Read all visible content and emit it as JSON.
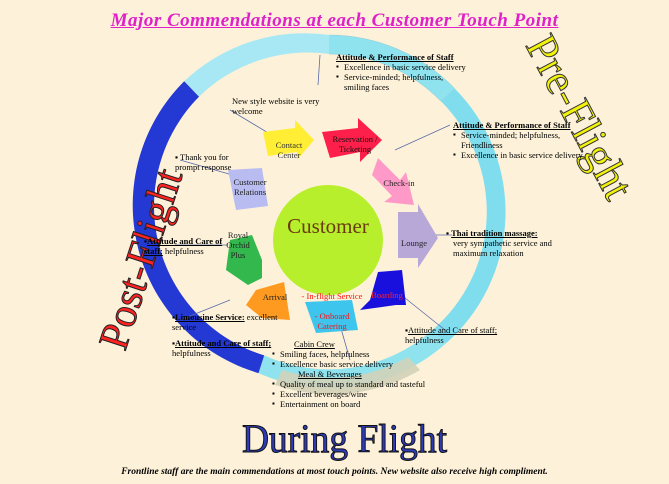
{
  "title": "Major Commendations at each Customer Touch Point",
  "footer": "Frontline staff are the main commendations at most touch points. New website also receive high compliment.",
  "phases": {
    "pre": "Pre-Flight",
    "during": "During Flight",
    "post": "Post-Flight"
  },
  "center": "Customer",
  "steps": {
    "contact": "Contact Center",
    "reservation": "Reservation / Ticketing",
    "checkin": "Check-in",
    "lounge": "Lounge",
    "boarding": "Boarding",
    "inflight": "- In-flight Service",
    "onboard": "- Onboard Catering",
    "arrival": "Arrival",
    "rop": "Royal Orchid Plus",
    "relations": "Customer Relations"
  },
  "notes": {
    "website": "New style website is very welcome",
    "staff1": {
      "title": "Attitude & Performance of Staff",
      "items": [
        "Excellence in basic service delivery",
        "Service-minded; helpfulness, smiling faces"
      ]
    },
    "staff2": {
      "title": "Attitude & Performance of Staff",
      "items": [
        "Service-minded; helpfulness, Friendliness",
        "Excellence in basic service delivery"
      ]
    },
    "massage": {
      "title": "Thai tradition massage:",
      "text": "very sympathetic service and maximum relaxation"
    },
    "boarding": {
      "title": "Attitude and Care of staff;",
      "text": "helpfulness"
    },
    "cabin": {
      "title": "Cabin Crew",
      "items": [
        "Smiling faces, helpfulness",
        "Excellence basic service delivery"
      ]
    },
    "meal": {
      "title": "Meal & Beverages",
      "items": [
        "Quality of meal up to standard and tasteful",
        "Excellent beverages/wine",
        "Entertainment on board"
      ]
    },
    "limousine": {
      "title": "Limousine Service:",
      "text": "excellent service"
    },
    "arrival": {
      "title": "Attitude and Care of staff;",
      "text": "helpfulness"
    },
    "rop": {
      "title": "Attitude and Care of staff;",
      "text": "helpfulness"
    },
    "thankyou": "Thank you for prompt response"
  },
  "colors": {
    "title": "#e020c8",
    "ring_top": "#8fe3ee",
    "ring_left": "#2438d4",
    "ring_bottom": "#d2d2b8",
    "ring_right": "#80ddee",
    "center": "#b8ef2c",
    "phase_pre": "#f2f20a",
    "phase_post": "#ff2222",
    "phase_during": "#2f3bb6"
  }
}
